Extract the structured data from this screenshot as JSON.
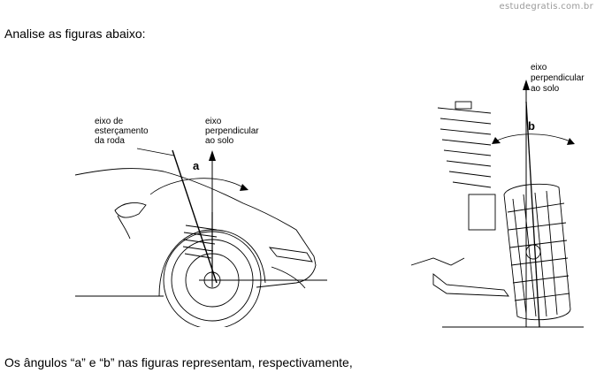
{
  "watermark": "estudegratis.com.br",
  "intro_text": "Analise as figuras abaixo:",
  "question_text": "Os ângulos “a” e “b” nas figuras representam, respectivamente,",
  "figure_car": {
    "label_steering_axis": [
      "eixo de",
      "esterçamento",
      "da roda"
    ],
    "label_perpendicular": [
      "eixo",
      "perpendicular",
      "ao solo"
    ],
    "angle_label": "a"
  },
  "figure_suspension": {
    "label_perpendicular": [
      "eixo",
      "perpendicular",
      "ao solo"
    ],
    "angle_label": "b"
  }
}
